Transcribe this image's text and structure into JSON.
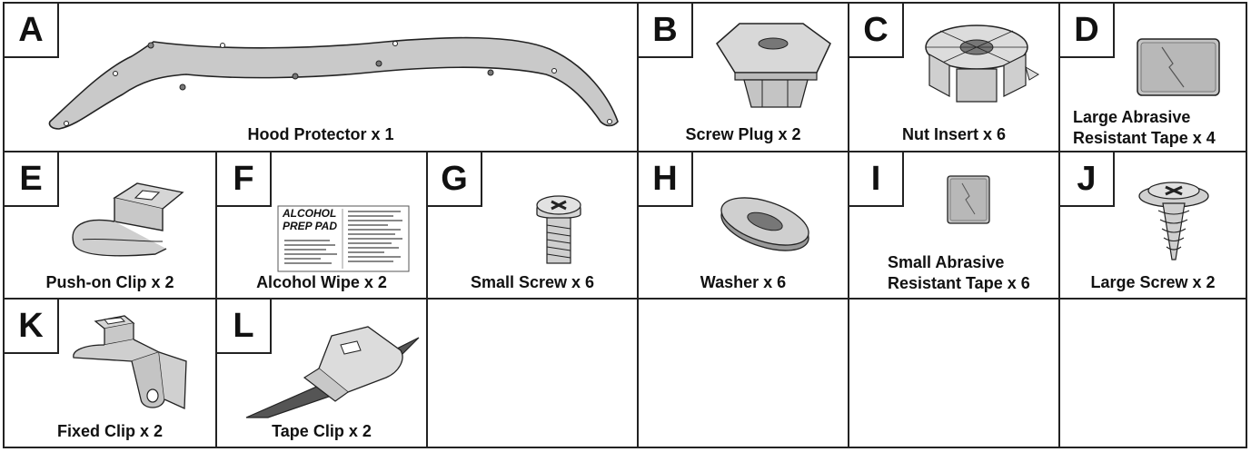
{
  "parts": [
    {
      "id": "A",
      "caption": "Hood Protector x 1",
      "icon": "hood-protector"
    },
    {
      "id": "B",
      "caption": "Screw Plug x 2",
      "icon": "screw-plug"
    },
    {
      "id": "C",
      "caption": "Nut Insert x 6",
      "icon": "nut-insert"
    },
    {
      "id": "D",
      "caption_line1": "Large Abrasive",
      "caption_line2": "Resistant Tape x 4",
      "icon": "abrasive-tape-large"
    },
    {
      "id": "E",
      "caption": "Push-on Clip x 2",
      "icon": "push-on-clip"
    },
    {
      "id": "F",
      "caption": "Alcohol Wipe x 2",
      "icon": "alcohol-wipe",
      "wipe_line1": "ALCOHOL",
      "wipe_line2": "PREP PAD"
    },
    {
      "id": "G",
      "caption": "Small Screw x 6",
      "icon": "small-screw"
    },
    {
      "id": "H",
      "caption": "Washer x 6",
      "icon": "washer"
    },
    {
      "id": "I",
      "caption_line1": "Small Abrasive",
      "caption_line2": "Resistant Tape x 6",
      "icon": "abrasive-tape-small"
    },
    {
      "id": "J",
      "caption": "Large Screw x 2",
      "icon": "large-screw"
    },
    {
      "id": "K",
      "caption": "Fixed Clip x 2",
      "icon": "fixed-clip"
    },
    {
      "id": "L",
      "caption": "Tape Clip x 2",
      "icon": "tape-clip"
    }
  ]
}
